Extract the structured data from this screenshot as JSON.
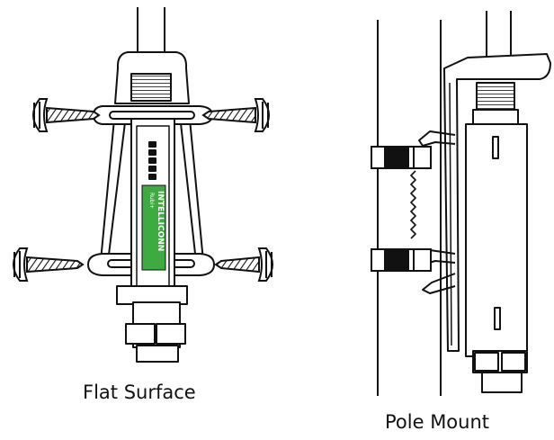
{
  "captions": {
    "flat": "Flat Surface",
    "pole": "Pole Mount"
  },
  "label": {
    "brand": "INTELLICONN",
    "sub": "Rubi+"
  },
  "colors": {
    "stroke": "#111111",
    "label_green": "#3dab3f",
    "background": "#ffffff"
  }
}
